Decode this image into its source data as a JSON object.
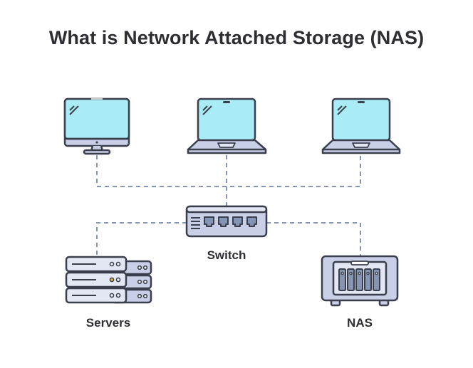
{
  "title": "What is Network Attached Storage (NAS)",
  "labels": {
    "switch": "Switch",
    "servers": "Servers",
    "nas": "NAS"
  },
  "colors": {
    "outline": "#3a3f4d",
    "screen": "#a9ecf5",
    "device_body": "#c9cfe6",
    "device_light": "#e3e7f4",
    "connector": "#8795b5",
    "led_yellow": "#f4c430",
    "text": "#2d2d33"
  }
}
